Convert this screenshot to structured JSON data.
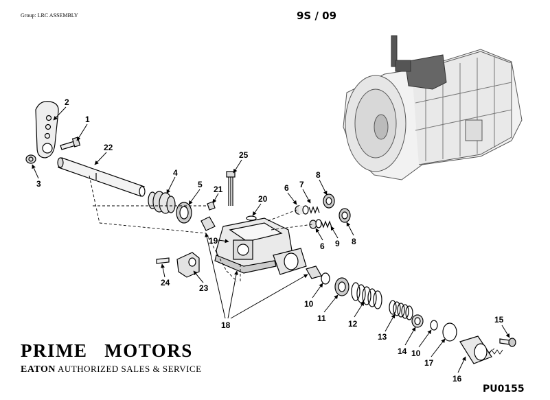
{
  "header": {
    "group": "Group: LRC ASSEMBLY",
    "page_id": "9S / 09"
  },
  "footer": {
    "brand": "PRIME   MOTORS",
    "dealer_brand": "EATON",
    "dealer_text": " AUTHORIZED SALES & SERVICE",
    "doc_code": "PU0155"
  },
  "callouts": {
    "c1": "1",
    "c2": "2",
    "c3": "3",
    "c4": "4",
    "c5": "5",
    "c6a": "6",
    "c6b": "6",
    "c7": "7",
    "c8a": "8",
    "c8b": "8",
    "c9": "9",
    "c10a": "10",
    "c10b": "10",
    "c11": "11",
    "c12": "12",
    "c13": "13",
    "c14": "14",
    "c15": "15",
    "c16": "16",
    "c17": "17",
    "c18": "18",
    "c19": "19",
    "c20": "20",
    "c21": "21",
    "c22": "22",
    "c23": "23",
    "c24": "24",
    "c25": "25"
  }
}
